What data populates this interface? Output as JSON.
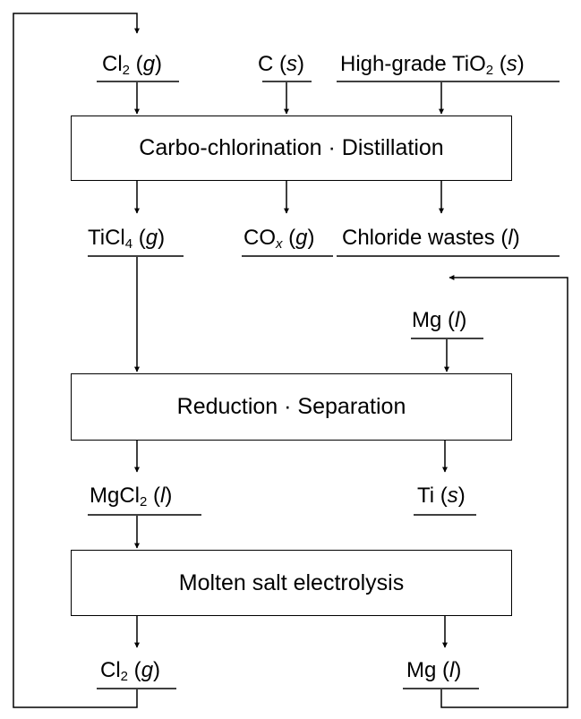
{
  "colors": {
    "line": "#000000",
    "background": "#ffffff"
  },
  "boxes": {
    "carbo": "Carbo-chlorination · Distillation",
    "reduction": "Reduction · Separation",
    "electrolysis": "Molten salt electrolysis"
  },
  "labels": {
    "cl2_in": {
      "main": "Cl",
      "sub": "2",
      "open": " (",
      "state": "g",
      "close": ")"
    },
    "c_in": {
      "main": "C",
      "open": " (",
      "state": "s",
      "close": ")"
    },
    "tio2_in": {
      "main": "High-grade TiO",
      "sub": "2",
      "open": " (",
      "state": "s",
      "close": ")"
    },
    "ticl4": {
      "main": "TiCl",
      "sub": "4",
      "open": " (",
      "state": "g",
      "close": ")"
    },
    "cox": {
      "main": "CO",
      "sub": "x",
      "open": " (",
      "state": "g",
      "close": ")"
    },
    "chloride": {
      "main": "Chloride wastes",
      "open": " (",
      "state": "l",
      "close": ")"
    },
    "mg_in": {
      "main": "Mg",
      "open": " (",
      "state": "l",
      "close": ")"
    },
    "mgcl2": {
      "main": "MgCl",
      "sub": "2",
      "open": " (",
      "state": "l",
      "close": ")"
    },
    "ti_out": {
      "main": "Ti",
      "open": " (",
      "state": "s",
      "close": ")"
    },
    "cl2_out": {
      "main": "Cl",
      "sub": "2",
      "open": " (",
      "state": "g",
      "close": ")"
    },
    "mg_out": {
      "main": "Mg",
      "open": " (",
      "state": "l",
      "close": ")"
    }
  }
}
